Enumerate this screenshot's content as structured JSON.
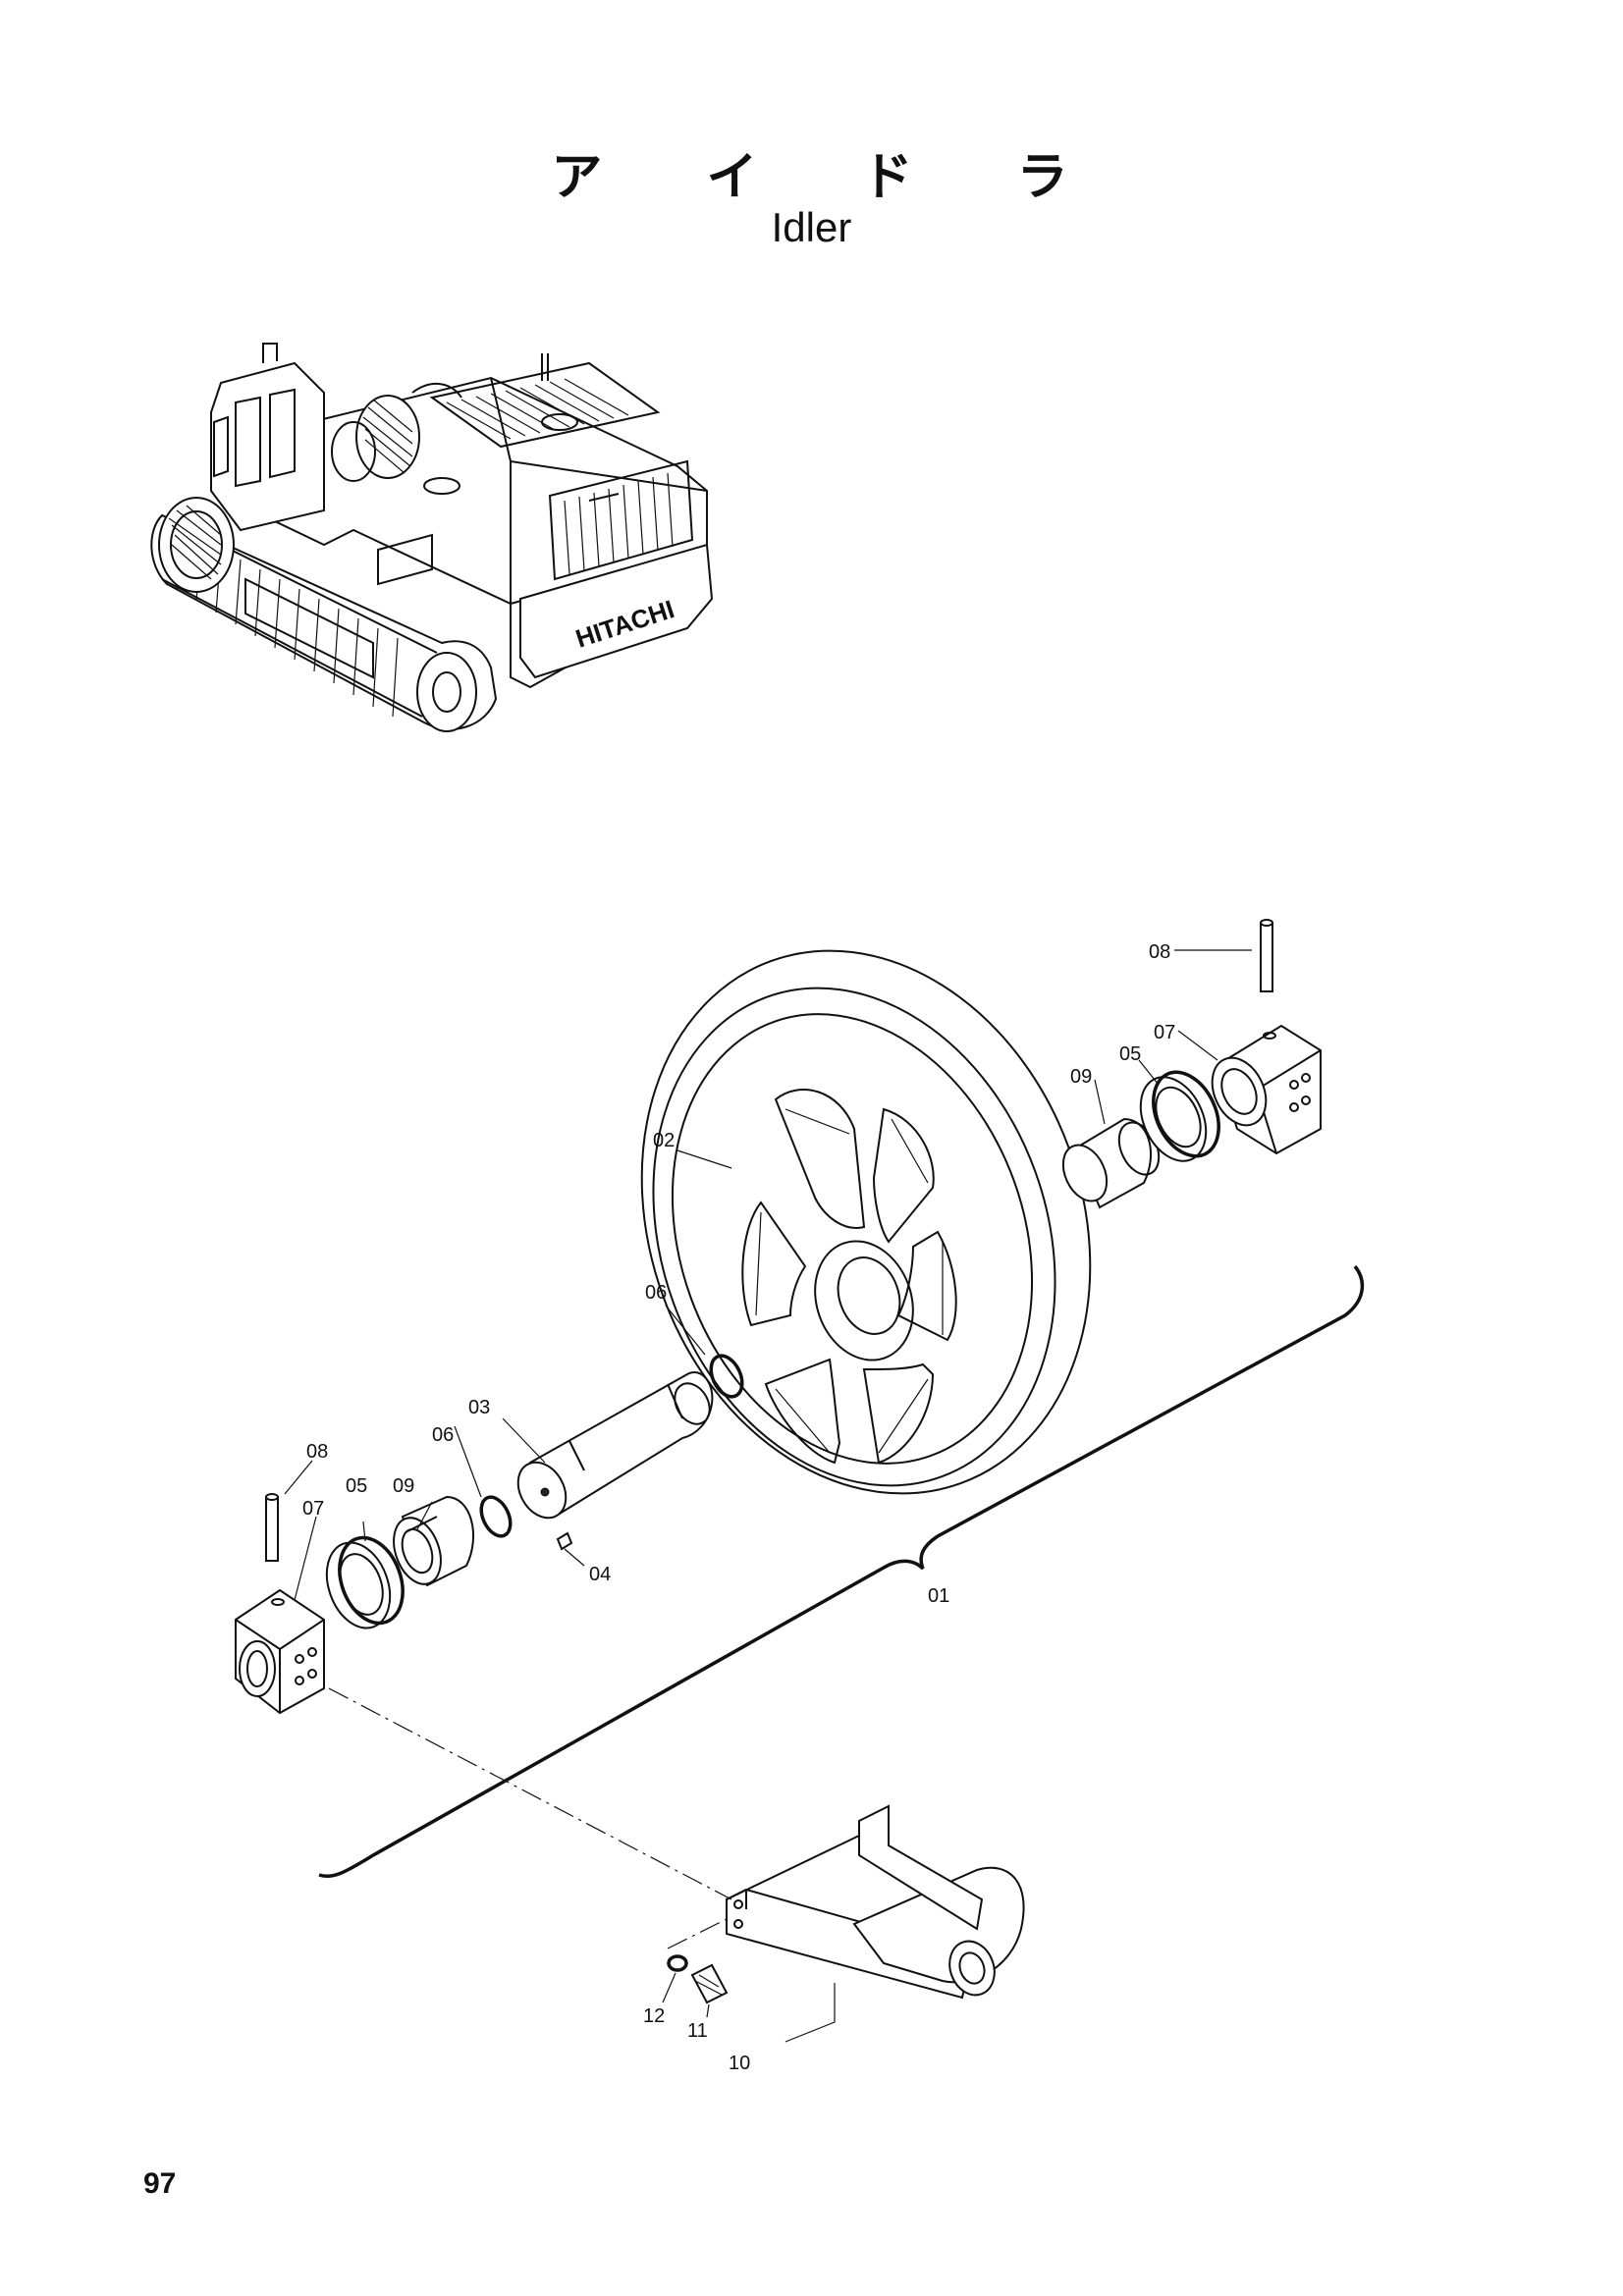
{
  "page": {
    "title_jp": "ア イ ド ラ",
    "title_en": "Idler",
    "page_number": "97"
  },
  "machine_illustration": {
    "brand_text": "HITACHI"
  },
  "parts": [
    {
      "id": "01",
      "label": "01"
    },
    {
      "id": "02",
      "label": "02"
    },
    {
      "id": "03",
      "label": "03"
    },
    {
      "id": "04",
      "label": "04"
    },
    {
      "id": "05-left",
      "label": "05"
    },
    {
      "id": "05-right",
      "label": "05"
    },
    {
      "id": "06-left",
      "label": "06"
    },
    {
      "id": "06-right",
      "label": "06"
    },
    {
      "id": "07-left",
      "label": "07"
    },
    {
      "id": "07-right",
      "label": "07"
    },
    {
      "id": "08-left",
      "label": "08"
    },
    {
      "id": "08-right",
      "label": "08"
    },
    {
      "id": "09-left",
      "label": "09"
    },
    {
      "id": "09-right",
      "label": "09"
    },
    {
      "id": "10",
      "label": "10"
    },
    {
      "id": "11",
      "label": "11"
    },
    {
      "id": "12",
      "label": "12"
    }
  ]
}
